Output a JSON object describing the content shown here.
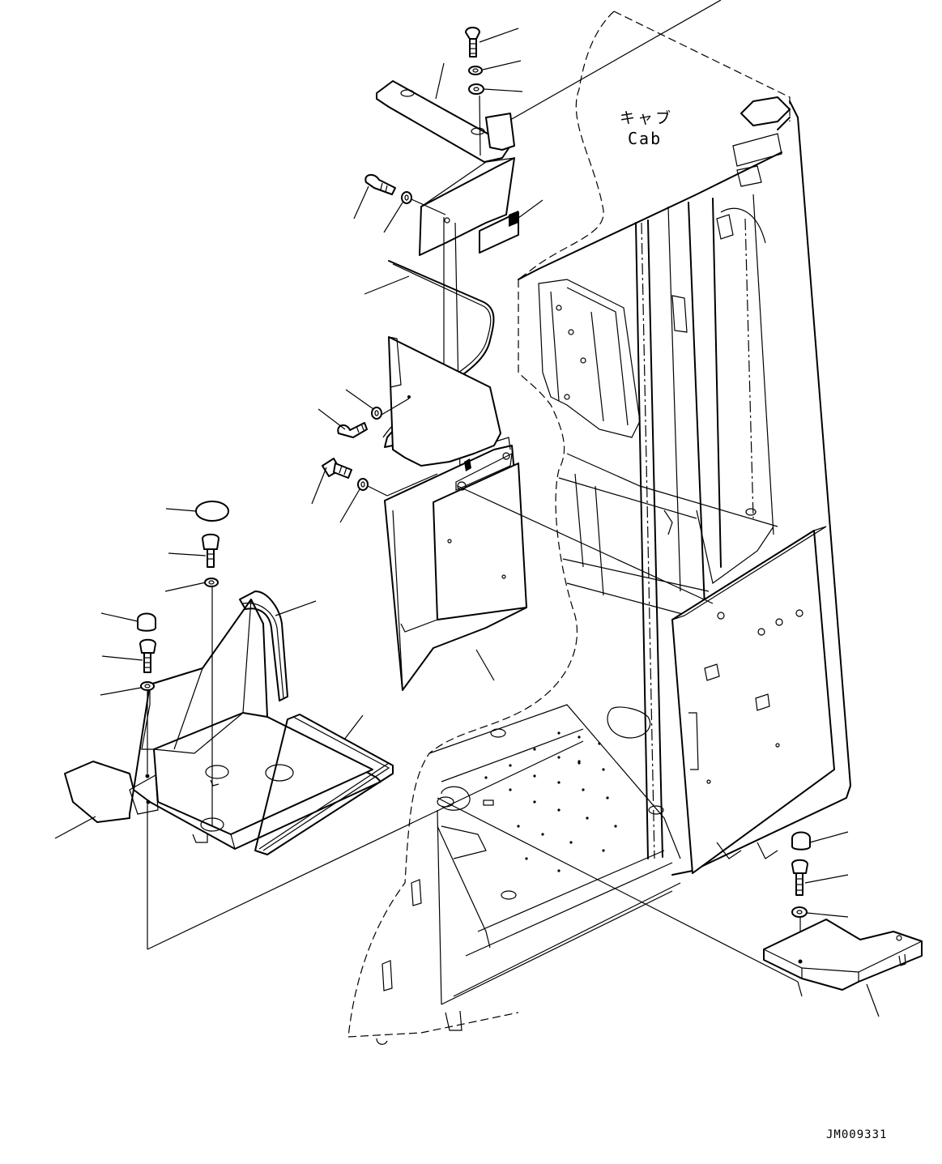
{
  "diagram": {
    "label_jp": "キャブ",
    "label_en": "Cab",
    "drawing_code": "JM009331"
  }
}
